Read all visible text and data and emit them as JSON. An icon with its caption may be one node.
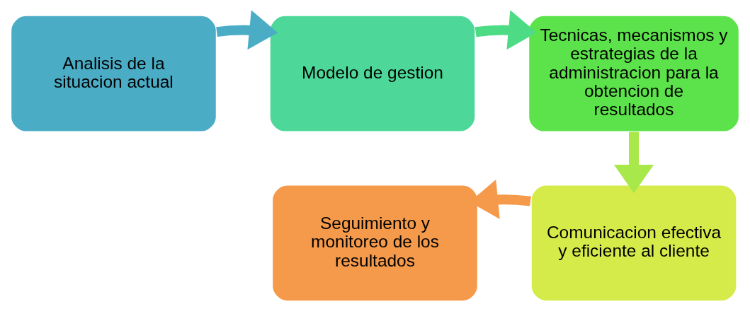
{
  "diagram": {
    "nodes": [
      {
        "text": [
          "Analisis de la situacion actual"
        ]
      },
      {
        "text": [
          "Modelo de gestion"
        ]
      },
      {
        "text": [
          "Tecnicas, mecanismos y estrategias de la administracion para la obtencion de resultados"
        ]
      },
      {
        "text": [
          "Comunicacion efectiva y eficiente al cliente"
        ]
      },
      {
        "text": [
          "Seguimiento y monitoreo de los resultados"
        ]
      }
    ],
    "edges": [
      {
        "from": 0,
        "to": 1,
        "arrow": "to",
        "color": "#4bacc6"
      },
      {
        "from": 1,
        "to": 2,
        "arrow": "to",
        "color": "#4ddb86"
      },
      {
        "from": 2,
        "to": 3,
        "arrow": "to",
        "color": "#a8e84a"
      },
      {
        "from": 3,
        "to": 4,
        "arrow": "to",
        "color": "#f59a4a"
      }
    ]
  }
}
